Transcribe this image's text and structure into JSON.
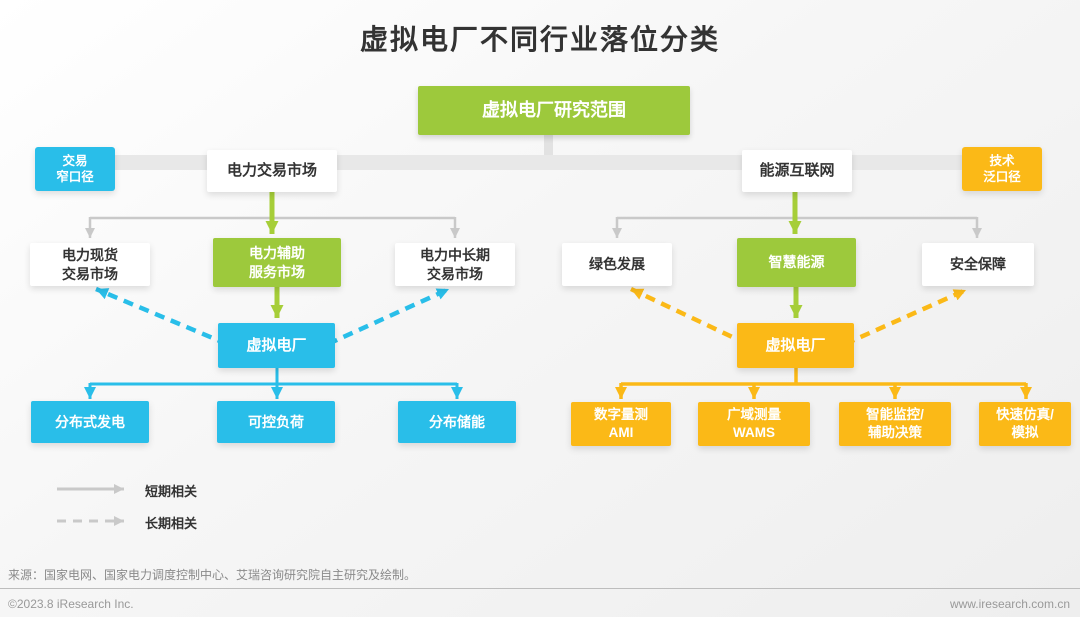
{
  "title": "虚拟电厂不同行业落位分类",
  "root": {
    "label": "虚拟电厂研究范围"
  },
  "scope_tags": {
    "left": "交易\n窄口径",
    "right": "技术\n泛口径"
  },
  "left_branch": {
    "header": "电力交易市场",
    "children": {
      "left": "电力现货\n交易市场",
      "center": "电力辅助\n服务市场",
      "right": "电力中长期\n交易市场"
    },
    "hub": "虚拟电厂",
    "leaves": [
      "分布式发电",
      "可控负荷",
      "分布储能"
    ]
  },
  "right_branch": {
    "header": "能源互联网",
    "children": {
      "left": "绿色发展",
      "center": "智慧能源",
      "right": "安全保障"
    },
    "hub": "虚拟电厂",
    "leaves": [
      "数字量测\nAMI",
      "广域测量\nWAMS",
      "智能监控/\n辅助决策",
      "快速仿真/\n模拟"
    ]
  },
  "legend": {
    "solid_label": "短期相关",
    "dashed_label": "长期相关"
  },
  "source_note": "来源：国家电网、国家电力调度控制中心、艾瑞咨询研究院自主研究及绘制。",
  "footer": {
    "copyright": "©2023.8 iResearch Inc.",
    "website": "www.iresearch.com.cn"
  },
  "colors": {
    "green": "#9DC93C",
    "cyan": "#29BEE9",
    "yellow": "#FBB917",
    "gray_line": "#C9C9C9",
    "gray_bar": "#E8E8E8"
  }
}
